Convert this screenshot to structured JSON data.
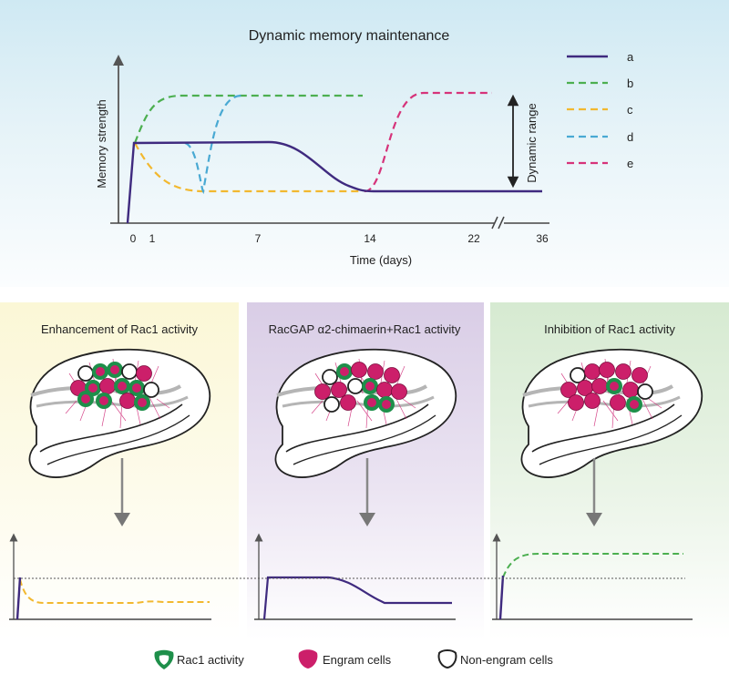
{
  "top_chart": {
    "title": "Dynamic memory maintenance",
    "ylabel": "Memory strength",
    "xlabel": "Time (days)",
    "x_ticks": [
      "0",
      "1",
      "7",
      "14",
      "22",
      "36"
    ],
    "range_label": "Dynamic range",
    "legend": [
      "a",
      "b",
      "c",
      "d",
      "e"
    ]
  },
  "panels": [
    {
      "title": "Enhancement of Rac1 activity"
    },
    {
      "title": "RacGAP α2-chimaerin+Rac1 activity"
    },
    {
      "title": "Inhibition of Rac1 activity"
    }
  ],
  "legend_bottom": {
    "rac1": "Rac1 activity",
    "engram": "Engram cells",
    "non_engram": "Non-engram cells"
  },
  "colors": {
    "a": "#3f2a7f",
    "b": "#4caf50",
    "c": "#f2b82f",
    "d": "#49a9d3",
    "e": "#d6337a",
    "engram": "#cc1f6a",
    "rac1": "#1e8f4a"
  }
}
